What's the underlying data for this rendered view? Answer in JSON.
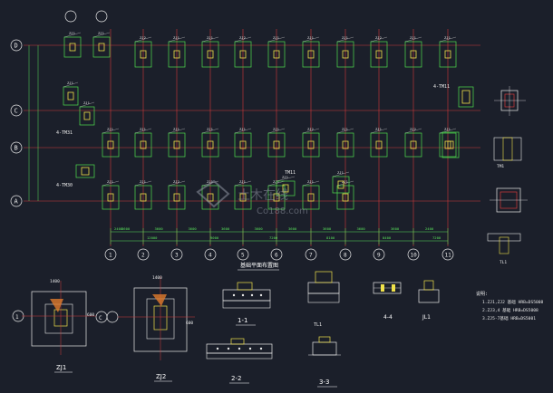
{
  "colors": {
    "background": "#1b1f2a",
    "grid_line": "#d23a3a",
    "footing": "#4fe04f",
    "column": "#f0e14a",
    "text": "#e8e8e8",
    "dim_line": "#57e05a"
  },
  "plan": {
    "row_axes": [
      "D",
      "C",
      "B",
      "A"
    ],
    "column_axes": [
      "1",
      "2",
      "3",
      "4",
      "5",
      "6",
      "7",
      "8",
      "9",
      "10",
      "11"
    ],
    "title": "基础平面布置图",
    "dims_lower": [
      "2400",
      "3600",
      "3600",
      "3600",
      "3600",
      "3600",
      "3600",
      "3600",
      "3600",
      "3600",
      "2400"
    ],
    "dims_upper": [
      "12000",
      "9000",
      "7200",
      "8100",
      "8400",
      "7200"
    ],
    "callouts": {
      "left_1": "4-TM31",
      "left_2": "4-TM30",
      "right_1": "4-TM11",
      "mid_1": "TM11"
    },
    "footing_tags": [
      "ZJ1",
      "ZJ1",
      "ZJ2",
      "ZJ1",
      "ZJ1",
      "ZJ2",
      "ZJ1",
      "ZJ1",
      "ZJ1",
      "ZJ2",
      "ZJ1",
      "ZJ1",
      "ZJ1",
      "ZJ1",
      "ZJ1",
      "ZJ1",
      "ZJ1",
      "ZJ1"
    ]
  },
  "details": {
    "zj1": {
      "title": "ZJ1",
      "dim_top": "1400",
      "dim_side": "600",
      "axis": "1"
    },
    "zj2": {
      "title": "ZJ2",
      "dim_top": "1400",
      "dim_side": "600",
      "axis": "C"
    },
    "sec_11": {
      "title": "1-1"
    },
    "sec_22": {
      "title": "2-2"
    },
    "sec_33": {
      "title": "3-3"
    },
    "sec_44": {
      "title": "4-4"
    },
    "sec_tl": {
      "title": "TL1"
    },
    "sec_jl": {
      "title": "JL1"
    }
  },
  "notes": {
    "title": "说明:",
    "lines": [
      "1.ZJ1,ZJ2 基础 HRB=DS5008",
      "2.ZJ3,4 基础 HRB=DS5008",
      "3.ZJ5-7基础 HRB=DS5001"
    ]
  },
  "side_labels": {
    "tl1": "TL1",
    "tl2": "TM1",
    "t_sec": "TL1"
  },
  "watermark": {
    "cn": "土木在线",
    "en": "Co188.com"
  }
}
